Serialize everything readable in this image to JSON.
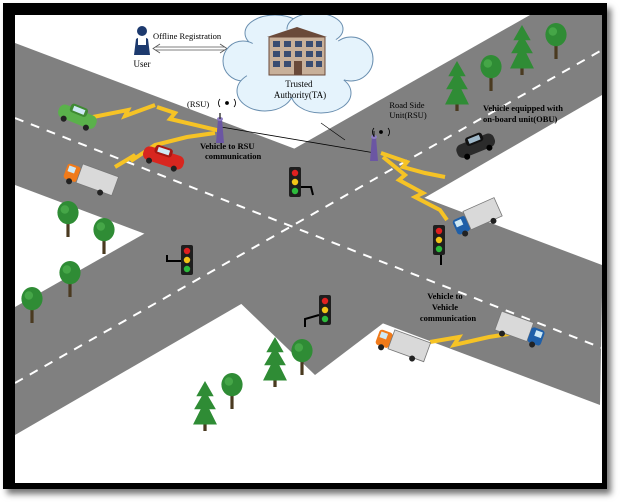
{
  "diagram": {
    "user_label": "User",
    "offline_registration": "Offline Registration",
    "trusted_authority": [
      "Trusted",
      "Authority(TA)"
    ],
    "rsu_left_label": "(RSU)",
    "rsu_right_label": [
      "Road Side",
      "Unit(RSU)"
    ],
    "v2r_label": [
      "Vehicle to RSU",
      "communication"
    ],
    "obu_label": [
      "Vehicle equipped with",
      "on-board unit(OBU)"
    ],
    "v2v_label": [
      "Vehicle to",
      "Vehicle",
      "communication"
    ]
  },
  "colors": {
    "road": "#808080",
    "ground": "#ffffff",
    "frame": "#000000",
    "lightning": "#f6c325",
    "cloud": "#e5f3fc",
    "tree": "#2f8c35",
    "car_green": "#5ab14b",
    "car_red": "#d8261f",
    "car_black": "#2b2b2b",
    "truck_blue": "#1f5fa8",
    "truck_orange": "#f07a1a"
  }
}
